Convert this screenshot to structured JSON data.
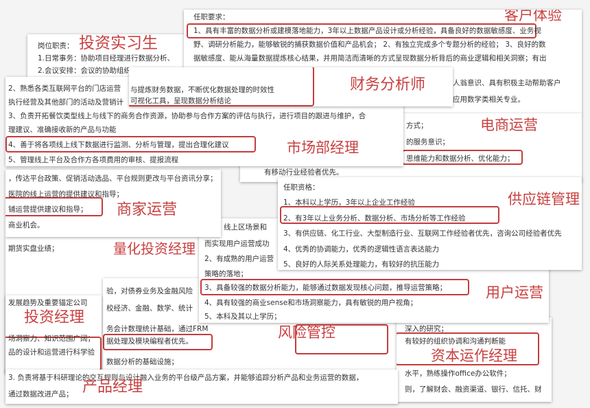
{
  "accent_color": "#c43c3c",
  "cards": [
    {
      "title": "投资实习生",
      "lines": [
        "岗位职责：",
        "1.日常事务：协助项目经理进行数据分析、",
        "2.会议安排：会议的协助组织"
      ]
    },
    {
      "title": "客户体验",
      "lines": [
        "任职要求：",
        "1、具有丰富的数据分析或建模落地能力，3年以上数据产品设计或分析经验，具备良好的数据敏感度、业务视",
        "野、调研分析能力，能够敏锐的捕获数据价值和产品机会； 2、有独立完成多个专题分析的经验； 3、良好的数",
        "据敏感度、能从海量数据提炼核心结果，并用简洁而清晰的方式呈现数据分析背后的商业逻辑和相关洞察；有出",
        "人翁意识、具有积极主动帮助客户",
        "应用数学类相关专业。"
      ]
    },
    {
      "title": "电商运营",
      "lines": [
        "方式；",
        "的服务意识；",
        "思维能力和数据分析、优化能力；",
        "有移动行业经验者优先。"
      ]
    },
    {
      "title": "市场部经理",
      "lines": [
        "2、熟悉各类互联网平台的门店运营",
        "执行经营及其他部门的活动及营销计",
        "3、负责开拓餐饮类型线上与线下的商务合作资源，协助参与合作方案的评估与执行，进行项目的跟进与维护，合",
        "理建议、准确接收新的产品与功能",
        "4、善于将各项线上线下数据进行监测、分析与管理，提出合理化建议",
        "5、管理线上平台及合作方各项费用的审核、提报流程"
      ]
    },
    {
      "title": "财务分析师",
      "lines": [
        "与提炼财务数据，不断优化数据处理的时效性",
        "可视化工具，呈现数据分析结论"
      ]
    },
    {
      "title": "量化投资经理",
      "lines": [
        "期货实盘业绩；"
      ]
    },
    {
      "title": "风险管控",
      "lines": [
        "验，对债券业务及金融风险",
        "校经济、金融、数学、统计",
        "务会计数理统计基础，通过FRM",
        "据处理及模块编程者优先。",
        "数据分析的基础设施；"
      ]
    },
    {
      "title": "资本运作经理",
      "lines": [
        "深入的研究；",
        "有较好的组织协调和沟通判断能",
        "水平，熟练操作office办公软件；",
        "则，了解财会、融资渠道、银行、信托、财"
      ]
    },
    {
      "title": "用户运营",
      "lines": [
        "线上区场景和",
        "而实现用户运营成功",
        "2、有成熟的用户运营",
        "策略的落地；",
        "3、具备较强的数据分析能力，能够通过数据发现核心问题，推导运营策略；",
        "4、具有较强的商业sense和市场洞察能力，具有敏锐的用户视角；",
        "5、本科及其以上学历；"
      ]
    },
    {
      "title": "供应链管理",
      "lines": [
        "任职资格：",
        "1、本科以上学历，3年以上企业工作经验",
        "2、有3年以上业务分析、数据分析、市场分析等工作经验",
        "3、有供应链、化工行业、大型制造行业、互联网工作经验者优先，咨询公司经验者优先",
        "4、优秀的协调能力，优秀的逻辑性语言表达能力",
        "5、良好的人际关系处理能力，有较好的抗压能力"
      ]
    },
    {
      "title": "商家运营",
      "lines": [
        "，传达平台政策、促销活动选品、平台规则更改与平台资讯分享；",
        "医院的线上运营的提供建议和指导；",
        "铺运营提供建议和指导；",
        "商业机会。"
      ]
    },
    {
      "title": "投资经理",
      "lines": [
        "发展趋势及重要锚定公司",
        "场洞察力、知识范围广阔；",
        "品的设计和运营进行科学验"
      ]
    },
    {
      "title": "产品经理",
      "lines": [
        "3. 负责将基于科研理论的交互规则与设计融入业务的平台级产品方案，并能够追踪分析产品和业务运营的数据，",
        "通过数据改进产品；"
      ]
    }
  ]
}
